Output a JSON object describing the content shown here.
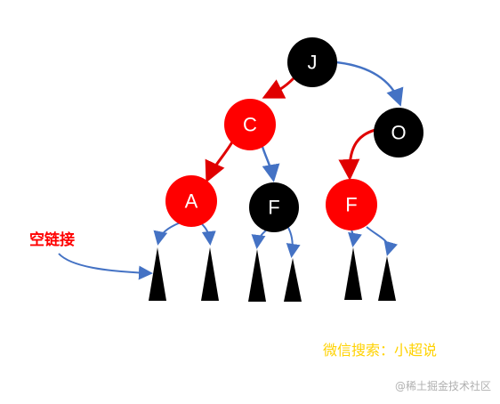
{
  "nodes": [
    {
      "key": "J",
      "label": "J",
      "color": "black"
    },
    {
      "key": "C",
      "label": "C",
      "color": "red"
    },
    {
      "key": "O",
      "label": "O",
      "color": "black"
    },
    {
      "key": "A",
      "label": "A",
      "color": "red"
    },
    {
      "key": "F1",
      "label": "F",
      "color": "black"
    },
    {
      "key": "F2",
      "label": "F",
      "color": "red"
    }
  ],
  "edges": [
    {
      "from": "J",
      "to": "C",
      "color": "red"
    },
    {
      "from": "J",
      "to": "O",
      "color": "blue"
    },
    {
      "from": "C",
      "to": "A",
      "color": "red"
    },
    {
      "from": "C",
      "to": "F1",
      "color": "blue"
    },
    {
      "from": "O",
      "to": "F2",
      "color": "red"
    }
  ],
  "null_link_label": "空链接",
  "wechat_text": "微信搜索：小超说",
  "watermark_text": "@稀土掘金技术社区",
  "colors": {
    "red_node": "#ff0000",
    "black_node": "#000000",
    "node_text": "#ffffff",
    "blue_arrow": "#4472c4",
    "red_arrow": "#e00000",
    "null_label": "#ff0000",
    "wechat_text": "#ffd200",
    "watermark": "#b0b0b0",
    "leaf_fill": "#000000"
  }
}
